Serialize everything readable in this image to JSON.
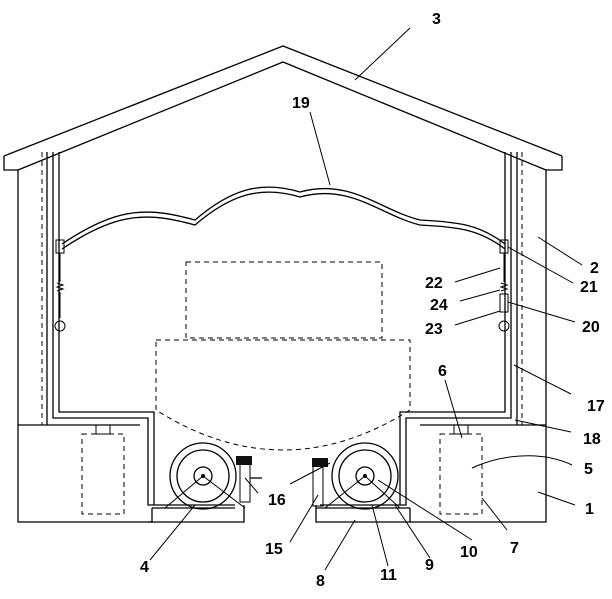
{
  "labels": {
    "l1": "1",
    "l2": "2",
    "l3": "3",
    "l4": "4",
    "l5": "5",
    "l6": "6",
    "l7": "7",
    "l8": "8",
    "l9": "9",
    "l10": "10",
    "l11": "11",
    "l15": "15",
    "l16": "16",
    "l17": "17",
    "l18": "18",
    "l19": "19",
    "l20": "20",
    "l21": "21",
    "l22": "22",
    "l23": "23",
    "l24": "24"
  }
}
